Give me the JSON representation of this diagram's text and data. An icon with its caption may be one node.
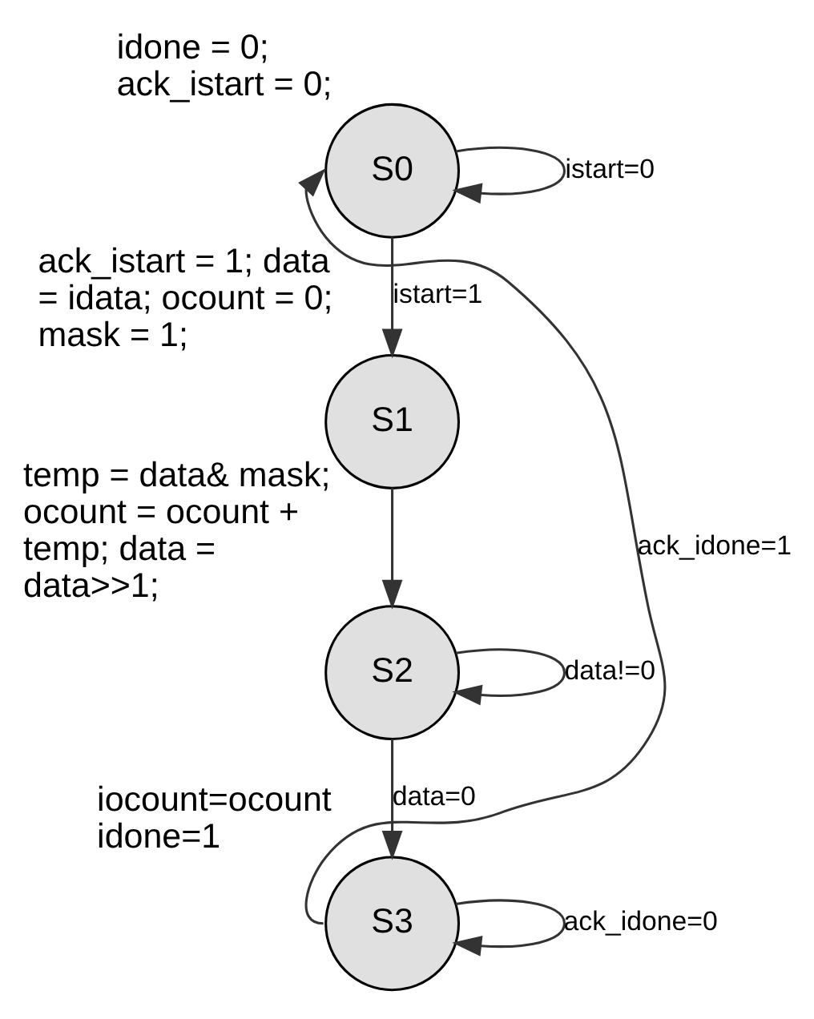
{
  "diagram": {
    "nodes": [
      {
        "text": [
          "S0"
        ],
        "beside": [
          "idone = 0; ack_istart = 0;"
        ]
      },
      {
        "text": [
          "S1"
        ],
        "beside": [
          "ack_istart = 1; data = idata; ocount = 0; mask = 1;"
        ]
      },
      {
        "text": [
          "S2"
        ],
        "beside": [
          "temp = data& mask; ocount = ocount + temp; data = data>>1;"
        ]
      },
      {
        "text": [
          "S3"
        ],
        "beside": [
          "iocount=ocount idone=1"
        ]
      }
    ],
    "edges": [
      {
        "from": 0,
        "to": 0,
        "arrow": "to",
        "label": "istart=0"
      },
      {
        "from": 0,
        "to": 1,
        "arrow": "to",
        "label": "istart=1"
      },
      {
        "from": 1,
        "to": 2,
        "arrow": "to"
      },
      {
        "from": 2,
        "to": 2,
        "arrow": "to",
        "label": "data!=0"
      },
      {
        "from": 2,
        "to": 3,
        "arrow": "to",
        "label": "data=0"
      },
      {
        "from": 3,
        "to": 0,
        "arrow": "to",
        "label": "ack_idone=1"
      },
      {
        "from": 3,
        "to": 3,
        "arrow": "to",
        "label": "ack_idone=0"
      }
    ]
  }
}
